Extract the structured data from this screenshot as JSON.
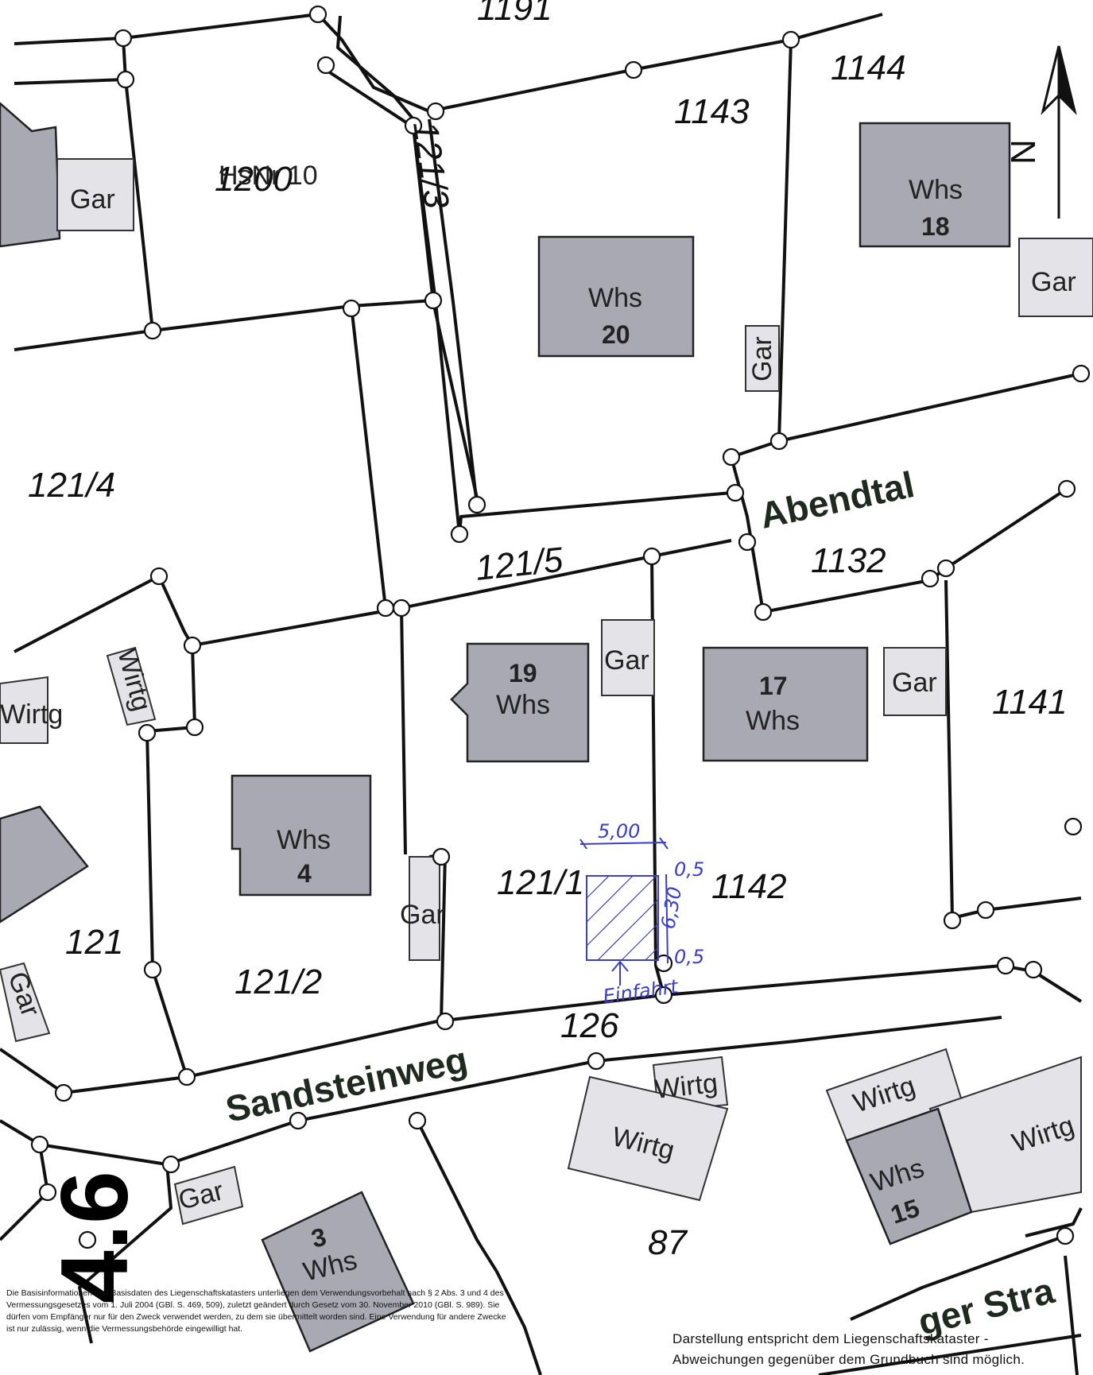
{
  "map": {
    "parcels": {
      "p1191": "1191",
      "p1144": "1144",
      "p1143": "1143",
      "p1200": "1200",
      "p121_3": "121/3",
      "p121_4": "121/4",
      "p121_5": "121/5",
      "p1132": "1132",
      "p1141": "1141",
      "p121_1": "121/1",
      "p1142": "1142",
      "p121": "121",
      "p121_2": "121/2",
      "p126": "126",
      "p87": "87"
    },
    "streets": {
      "abendtal": "Abendtal",
      "sandsteinweg": "Sandsteinweg",
      "strasse_partial": "ger Stra"
    },
    "buildings": {
      "whs20": {
        "label": "Whs",
        "number": "20"
      },
      "whs18": {
        "label": "Whs",
        "number": "18"
      },
      "whs19": {
        "label": "Whs",
        "number": "19"
      },
      "whs17": {
        "label": "Whs",
        "number": "17"
      },
      "whs4": {
        "label": "Whs",
        "number": "4"
      },
      "whs3": {
        "label": "Whs",
        "number": "3"
      },
      "whs15": {
        "label": "Whs",
        "number": "15"
      },
      "gar": "Gar",
      "wirtg": "Wirtg",
      "hsnr": "HsNr 10"
    },
    "north": "N",
    "annotations": {
      "width": "5,00",
      "depth": "6,30",
      "margin_top": "0,5",
      "margin_bottom": "0,5",
      "access": "Einfahrt"
    },
    "sheet_number": "4.6"
  },
  "footer": {
    "legal": "Die Basisinformationen und Basisdaten des Liegenschaftskatasters unterliegen dem Verwendungsvorbehalt nach § 2 Abs. 3 und 4 des Vermessungsgesetzes vom 1. Juli 2004 (GBl. S. 469, 509), zuletzt geändert durch Gesetz vom 30. November 2010 (GBl. S. 989). Sie dürfen vom Empfänger nur für den Zweck verwendet werden, zu dem sie übermittelt worden sind. Eine Verwendung für andere Zwecke ist nur zulässig, wenn die Vermessungsbehörde eingewilligt hat.",
    "note_line1": "Darstellung entspricht dem Liegenschaftskataster -",
    "note_line2": "Abweichungen gegenüber dem Grundbuch sind möglich."
  }
}
